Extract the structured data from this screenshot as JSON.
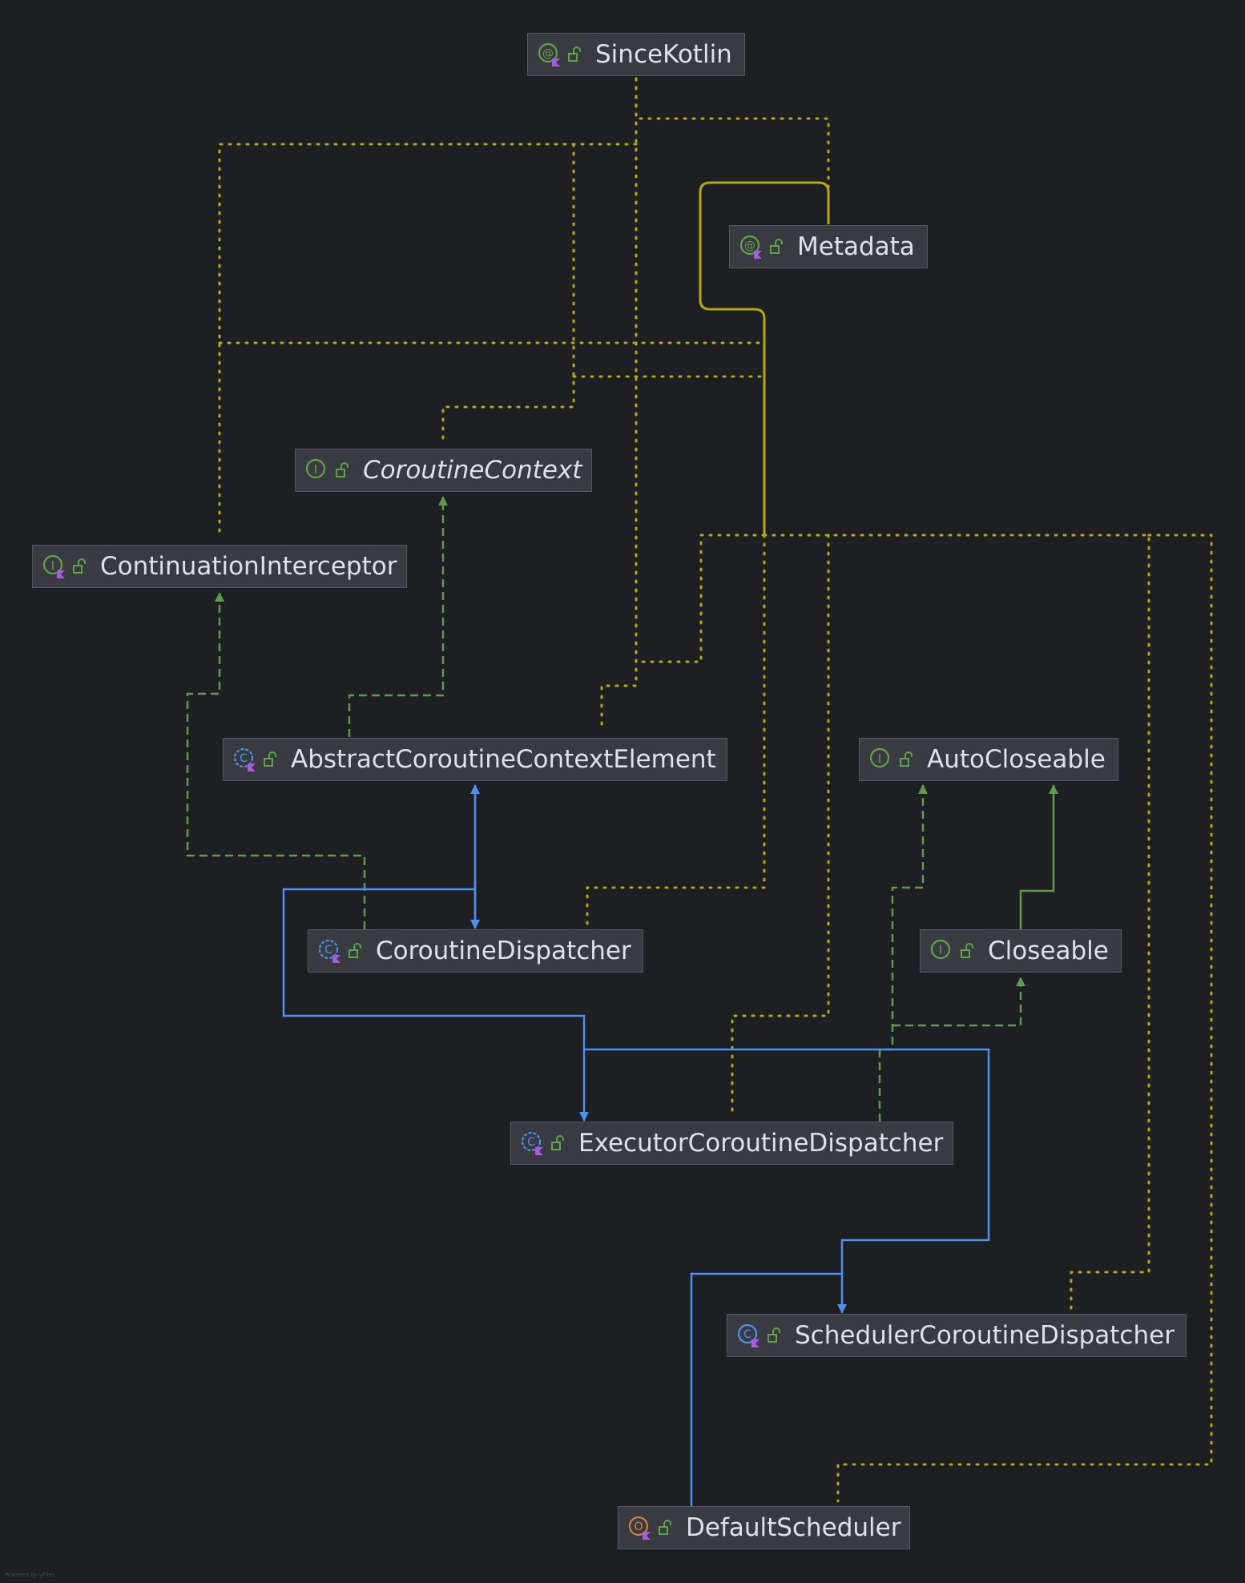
{
  "colors": {
    "background": "#1e1f22",
    "node_fill": "#393b40",
    "node_border": "#55575c",
    "text": "#dfe1e5",
    "extends_edge": "#4f8ff0",
    "implements_edge": "#5f9a4d",
    "annotation_edge": "#b3ab11",
    "annotation_icon": "#5ea34a",
    "interface_icon": "#5ea34a",
    "class_icon": "#4f8ff0",
    "object_icon": "#d27f41",
    "kotlin_badge": "#a55ddc"
  },
  "nodes": [
    {
      "id": "sincekotlin",
      "label": "SinceKotlin",
      "icon": "annotation-icon"
    },
    {
      "id": "metadata",
      "label": "Metadata",
      "icon": "annotation-icon"
    },
    {
      "id": "coroutinecontext",
      "label": "CoroutineContext",
      "icon": "interface-icon",
      "italic": true
    },
    {
      "id": "continuationinterceptor",
      "label": "ContinuationInterceptor",
      "icon": "kotlin-interface-icon"
    },
    {
      "id": "abstractcoroutinecontextelement",
      "label": "AbstractCoroutineContextElement",
      "icon": "kotlin-abstract-class-icon"
    },
    {
      "id": "autocloseable",
      "label": "AutoCloseable",
      "icon": "interface-icon"
    },
    {
      "id": "coroutinedispatcher",
      "label": "CoroutineDispatcher",
      "icon": "kotlin-abstract-class-icon"
    },
    {
      "id": "closeable",
      "label": "Closeable",
      "icon": "interface-icon"
    },
    {
      "id": "executorcoroutinedispatcher",
      "label": "ExecutorCoroutineDispatcher",
      "icon": "kotlin-abstract-class-icon"
    },
    {
      "id": "schedulercoroutinedispatcher",
      "label": "SchedulerCoroutineDispatcher",
      "icon": "kotlin-class-icon"
    },
    {
      "id": "defaultscheduler",
      "label": "DefaultScheduler",
      "icon": "kotlin-object-icon"
    }
  ],
  "footer": "Powered by yFiles"
}
